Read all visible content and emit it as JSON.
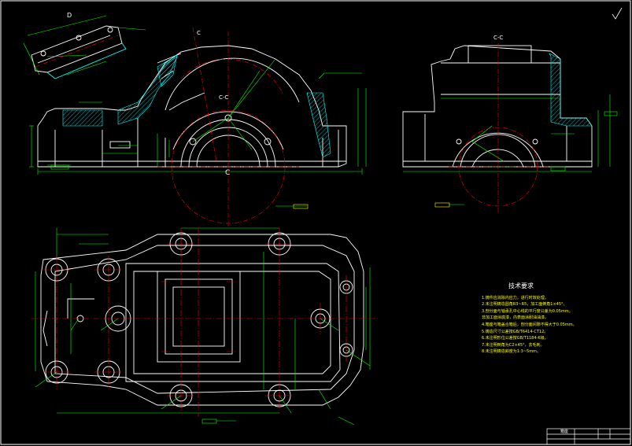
{
  "labels": {
    "section_cc_top": "C-C",
    "section_cc_mid": "C-C",
    "section_c_top": "C",
    "section_c_bottom": "C",
    "view_d": "D"
  },
  "notes": {
    "title": "技术要求",
    "items": [
      "1.铸件应消除内应力，进行时效处理。",
      "2.未注明铸造圆角R3~R5，加工面倒角1×45°。",
      "3.剖分面与轴承孔中心线的平行度公差为0.05mm。",
      "  非加工面涂底漆，内表面涂耐油油漆。",
      "4.箱座与箱盖合箱后，剖分面间隙不得大于0.05mm。",
      "5.铸造尺寸公差按GB/T6414-CT12。",
      "6.未注明形位公差按GB/T1184-K级。",
      "7.未注明倒角为C2×45°，去毛刺。",
      "8.未注明铸造斜度为1:3~5mm。"
    ]
  },
  "title_block": {
    "label": "箱座"
  },
  "colors": {
    "outline": "#ffffff",
    "dimension": "#00ff00",
    "center": "#ff0000",
    "hatch": "#00ffff",
    "text": "#ffff00"
  }
}
